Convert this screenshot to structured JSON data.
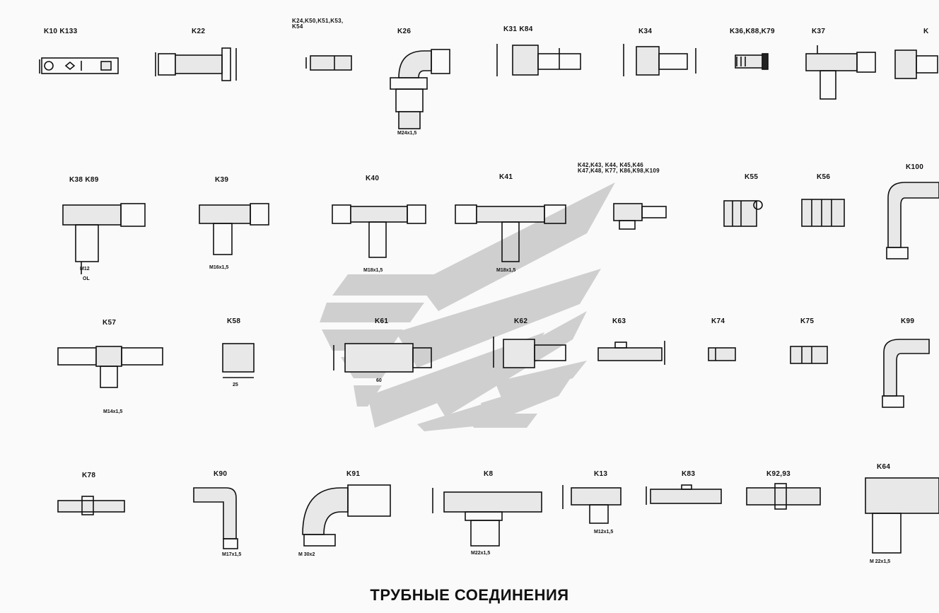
{
  "caption": "ТРУБНЫЕ СОЕДИНЕНИЯ",
  "parts": {
    "k10": "K10  K133",
    "k22": "K22",
    "k24": "K24,K50,K51,K53,\nK54",
    "k26": "K26",
    "k31": "K31 K84",
    "k34": "K34",
    "k36": "K36,K88,K79",
    "k37": "K37",
    "k38": "K38 K89",
    "k39": "K39",
    "k40": "K40",
    "k41": "K41",
    "k42": "K42,K43, K44, K45,K46\nK47,K48, K77, K86,K98,K109",
    "k55": "K55",
    "k56": "K56",
    "k100": "K100",
    "k57": "K57",
    "k58": "K58",
    "k61": "K61",
    "k62": "K62",
    "k63": "K63",
    "k74": "K74",
    "k75": "K75",
    "k99": "K99",
    "k78": "K78",
    "k90": "K90",
    "k91": "K91",
    "k8": "K8",
    "k13": "K13",
    "k83": "K83",
    "k92": "K92,93",
    "k64": "K64"
  },
  "dims": {
    "k26_m": "M24x1,5",
    "k38_a": "M12",
    "k38_b": "OL",
    "k39_m": "M16x1,5",
    "k40_m": "M18x1,5",
    "k41_m": "M18x1,5",
    "k58_w": "25",
    "k61_w": "60",
    "k57_m": "M14x1,5",
    "k90_m": "M17x1,5",
    "k91_m": "M 30x2",
    "k8_m": "M22x1,5",
    "k13_m": "M12x1,5",
    "k64_m": "M 22x1,5"
  },
  "watermark_color": "#c9c9c9"
}
